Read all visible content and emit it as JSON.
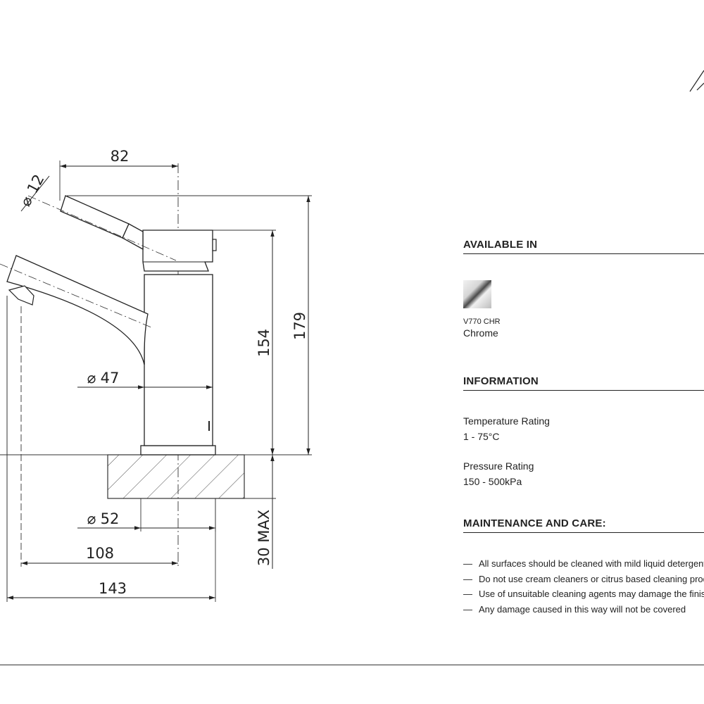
{
  "drawing": {
    "dimensions": {
      "top_width": "82",
      "handle_diameter": "12",
      "height_body": "154",
      "height_overall": "179",
      "body_diameter": "47",
      "base_diameter": "52",
      "mount_depth": "30 MAX",
      "spout_reach": "108",
      "overall_reach": "143",
      "diameter_symbol": "⌀"
    }
  },
  "panel": {
    "available_title": "AVAILABLE IN",
    "finishes": [
      {
        "code": "V770 CHR",
        "name": "Chrome"
      }
    ],
    "information_title": "INFORMATION",
    "information": [
      {
        "label": "Temperature Rating",
        "value": "1 - 75°C"
      },
      {
        "label": "Pressure Rating",
        "value": "150 - 500kPa"
      }
    ],
    "maintenance_title": "MAINTENANCE AND CARE:",
    "maintenance": [
      "All surfaces should be cleaned with mild liquid detergent",
      "Do not use cream cleaners or citrus based cleaning products",
      "Use of unsuitable cleaning agents may damage the finish",
      "Any damage caused in this way will not be covered"
    ],
    "dash": "—"
  }
}
